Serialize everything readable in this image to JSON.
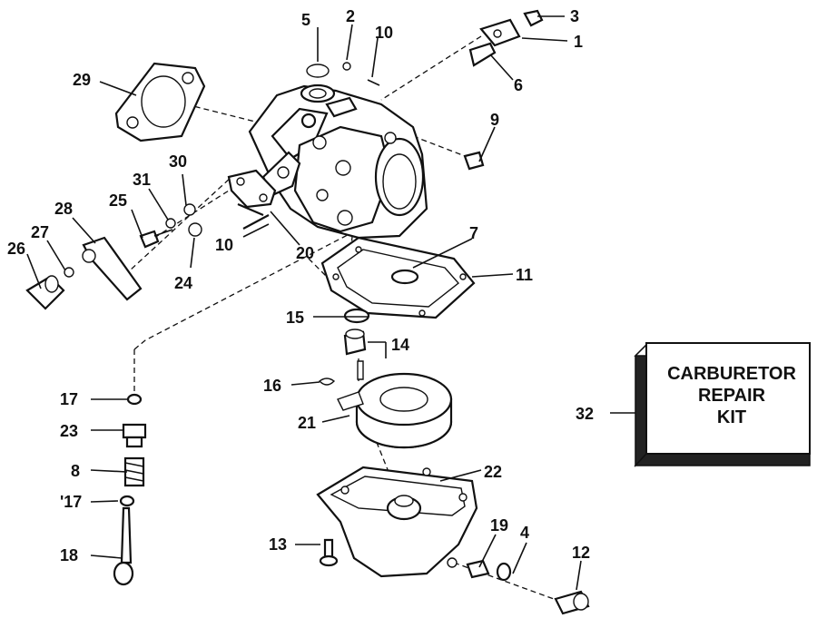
{
  "parts": [
    {
      "id": "p1",
      "num": "1"
    },
    {
      "id": "p2",
      "num": "2"
    },
    {
      "id": "p3",
      "num": "3"
    },
    {
      "id": "p4",
      "num": "4"
    },
    {
      "id": "p5",
      "num": "5"
    },
    {
      "id": "p6",
      "num": "6"
    },
    {
      "id": "p7",
      "num": "7"
    },
    {
      "id": "p8",
      "num": "8"
    },
    {
      "id": "p9",
      "num": "9"
    },
    {
      "id": "p10a",
      "num": "10"
    },
    {
      "id": "p10b",
      "num": "10"
    },
    {
      "id": "p11",
      "num": "11"
    },
    {
      "id": "p12",
      "num": "12"
    },
    {
      "id": "p13",
      "num": "13"
    },
    {
      "id": "p14",
      "num": "14"
    },
    {
      "id": "p15",
      "num": "15"
    },
    {
      "id": "p16",
      "num": "16"
    },
    {
      "id": "p17a",
      "num": "17"
    },
    {
      "id": "p17b",
      "num": "'17"
    },
    {
      "id": "p18",
      "num": "18"
    },
    {
      "id": "p19",
      "num": "19"
    },
    {
      "id": "p20",
      "num": "20"
    },
    {
      "id": "p21",
      "num": "21"
    },
    {
      "id": "p22",
      "num": "22"
    },
    {
      "id": "p23",
      "num": "23"
    },
    {
      "id": "p24",
      "num": "24"
    },
    {
      "id": "p25",
      "num": "25"
    },
    {
      "id": "p26",
      "num": "26"
    },
    {
      "id": "p27",
      "num": "27"
    },
    {
      "id": "p28",
      "num": "28"
    },
    {
      "id": "p29",
      "num": "29"
    },
    {
      "id": "p30",
      "num": "30"
    },
    {
      "id": "p31",
      "num": "31"
    },
    {
      "id": "p32",
      "num": "32"
    }
  ],
  "kit": {
    "line1": "CARBURETOR",
    "line2": "REPAIR",
    "line3": "KIT"
  }
}
